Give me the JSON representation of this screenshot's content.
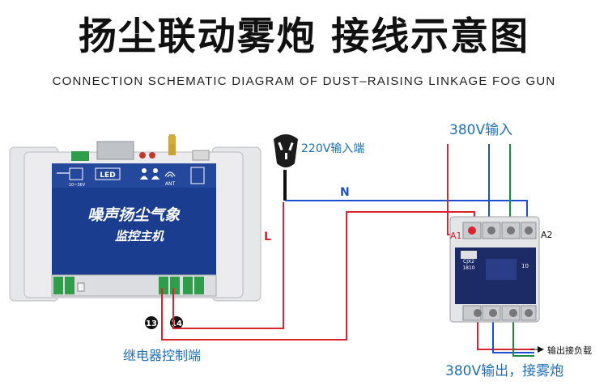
{
  "header": {
    "title": "扬尘联动雾炮 接线示意图",
    "subtitle": "CONNECTION SCHEMATIC DIAGRAM OF DUST–RAISING LINKAGE FOG GUN"
  },
  "controller": {
    "panel_line1": "噪声扬尘气象",
    "panel_line2": "监控主机",
    "led_label": "LED",
    "ant_label": "ANT",
    "power_label": "10~36V",
    "terminal_13": "13",
    "terminal_14": "14",
    "relay_label": "继电器控制端"
  },
  "plug": {
    "label": "220V输入端"
  },
  "wires": {
    "neutral": "N",
    "live": "L"
  },
  "contactor": {
    "model_line1": "CJX2",
    "model_line2": "1810",
    "rating": "10",
    "a1": "A1",
    "a2": "A2",
    "input_label": "380V输入",
    "output_load_label": "输出接负载",
    "output_label": "380V输出，接雾炮"
  },
  "colors": {
    "panel_blue": "#1a3d8f",
    "wire_red": "#d9232d",
    "wire_blue": "#1f4fd1",
    "wire_green": "#1e8a3c",
    "label_blue": "#1f6fb5",
    "text_dark": "#111111"
  }
}
